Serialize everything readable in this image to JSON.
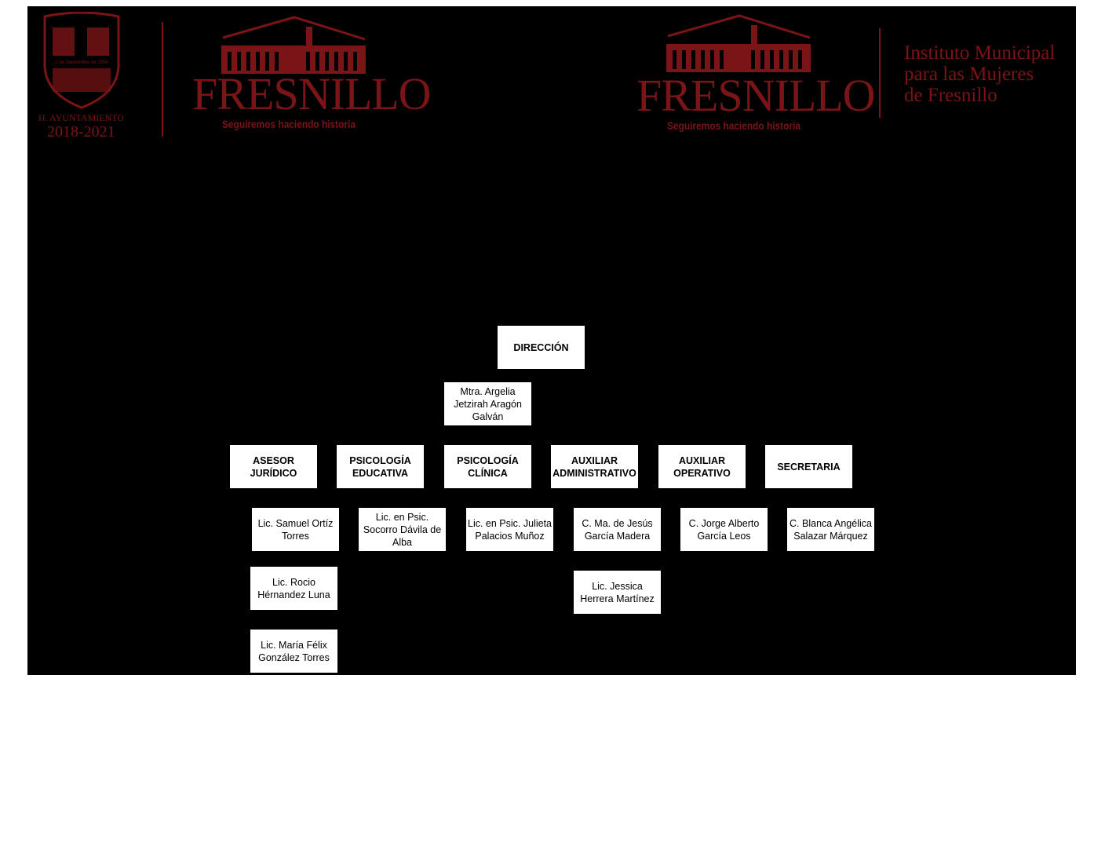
{
  "header": {
    "ayuntamiento": "H. AYUNTAMIENTO",
    "period": "2018-2021",
    "fresnillo": "FRESNILLO",
    "slogan": "Seguiremos haciendo historia",
    "institute": [
      "Instituto Municipal",
      "para las Mujeres",
      "de Fresnillo"
    ],
    "shield_text": "2 de Septiembre de 1554",
    "brand_color": "#7a1416"
  },
  "org": {
    "direction": {
      "title": "DIRECCIÓN",
      "person": "Mtra. Argelia Jetzirah Aragón Galván"
    },
    "departments": [
      {
        "title": "ASESOR JURÍDICO",
        "people": [
          "Lic. Samuel Ortíz Torres",
          "Lic. Rocio Hérnandez Luna",
          "Lic. María Félix González Torres"
        ]
      },
      {
        "title": "PSICOLOGÍA EDUCATIVA",
        "people": [
          "Lic. en Psic. Socorro Dávila de Alba"
        ]
      },
      {
        "title": "PSICOLOGÍA CLÍNICA",
        "people": [
          "Lic. en Psic. Julieta Palacios Muñoz"
        ]
      },
      {
        "title": "AUXILIAR ADMINISTRATIVO",
        "people": [
          "C. Ma. de Jesús García Madera",
          "Lic. Jessica Herrera Martínez"
        ]
      },
      {
        "title": "AUXILIAR OPERATIVO",
        "people": [
          "C. Jorge Alberto García Leos"
        ]
      },
      {
        "title": "SECRETARIA",
        "people": [
          "C. Blanca Angélica Salazar Márquez"
        ]
      }
    ]
  }
}
